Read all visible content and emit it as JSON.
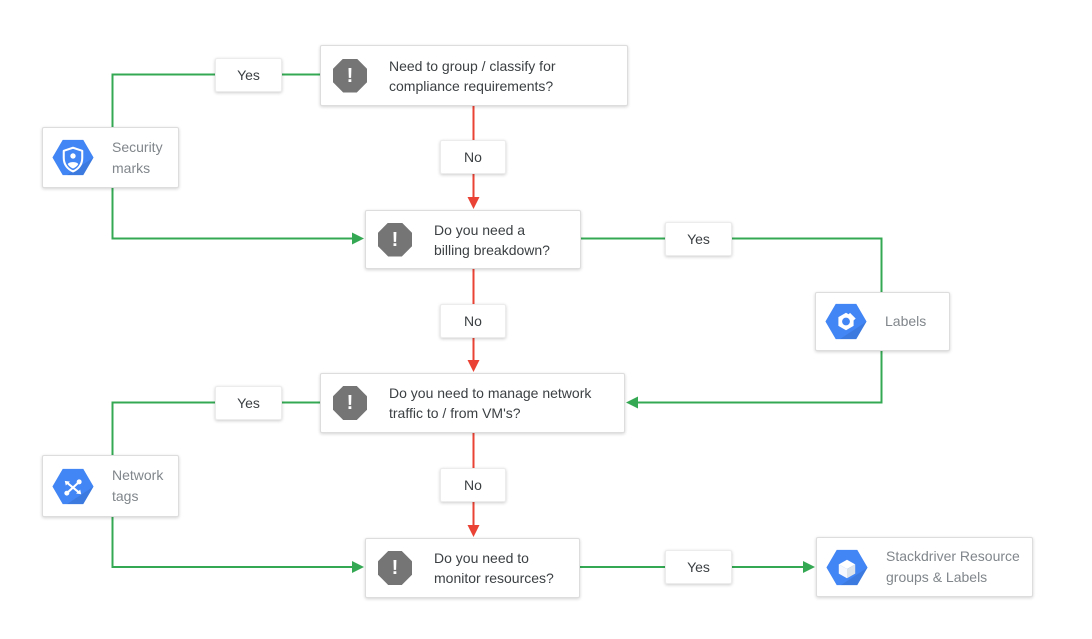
{
  "colors": {
    "yes_edge": "#34A853",
    "no_edge": "#EA4335",
    "icon_blue": "#4285F4",
    "icon_gray": "#757575",
    "question_text": "#3C4043",
    "outcome_text": "#80868B"
  },
  "glyphs": {
    "alert": "!"
  },
  "edge_labels": {
    "yes": "Yes",
    "no": "No"
  },
  "questions": [
    {
      "id": "compliance",
      "lines": [
        "Need to group / classify for",
        "compliance requirements?"
      ]
    },
    {
      "id": "billing",
      "lines": [
        "Do you need a",
        "billing breakdown?"
      ]
    },
    {
      "id": "network",
      "lines": [
        "Do you need to manage network",
        "traffic to / from VM's?"
      ]
    },
    {
      "id": "monitoring",
      "lines": [
        "Do you need to",
        "monitor resources?"
      ]
    }
  ],
  "outcomes": [
    {
      "id": "security-marks",
      "lines": [
        "Security",
        "marks"
      ]
    },
    {
      "id": "labels",
      "lines": [
        "Labels",
        ""
      ]
    },
    {
      "id": "network-tags",
      "lines": [
        "Network",
        "tags"
      ]
    },
    {
      "id": "stackdriver",
      "lines": [
        "Stackdriver Resource",
        "groups & Labels"
      ]
    }
  ]
}
